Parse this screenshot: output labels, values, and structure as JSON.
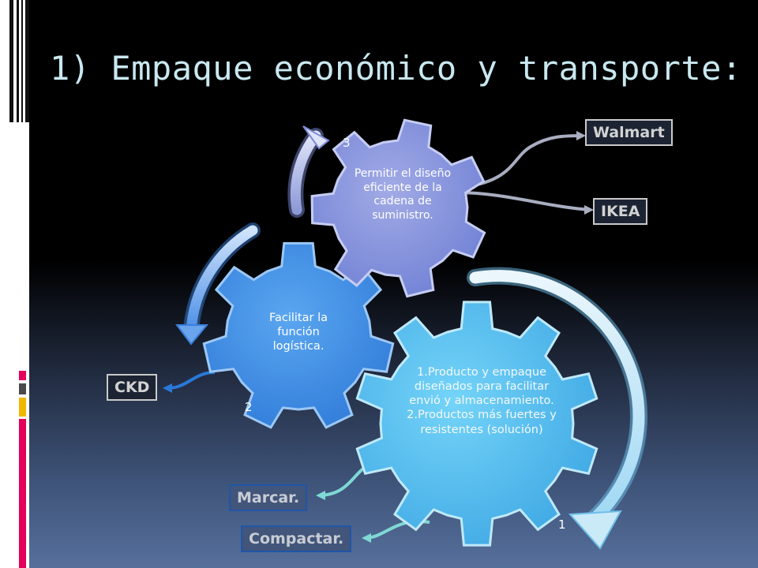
{
  "slide": {
    "title": "1) Empaque económico y transporte:"
  },
  "gears": {
    "gear1": {
      "text": "1.Producto y empaque diseñados para facilitar envió y almacenamiento. 2.Productos más fuertes y resistentes (solución)",
      "number": "1"
    },
    "gear2": {
      "text": "Facilitar la función logística.",
      "number": "2"
    },
    "gear3": {
      "text": "Permitir el diseño eficiente de la cadena de suministro.",
      "number": "3"
    }
  },
  "tags": {
    "walmart": "Walmart",
    "ikea": "IKEA",
    "ckd": "CKD",
    "marcar": "Marcar.",
    "compactar": "Compactar."
  },
  "colors": {
    "gear1": "#52bdf0",
    "gear2": "#3f8ee8",
    "gear3": "#8a96dc",
    "title": "#c9e8f0",
    "tag_border_gray": "#c9c9c9",
    "tag_border_blue": "#1f56a8",
    "connector_teal": "#7fd8d4",
    "connector_blue": "#2a78d8",
    "connector_gray": "#a8adc0",
    "accent_magenta": "#e4005a",
    "accent_yellow": "#f0b800"
  }
}
